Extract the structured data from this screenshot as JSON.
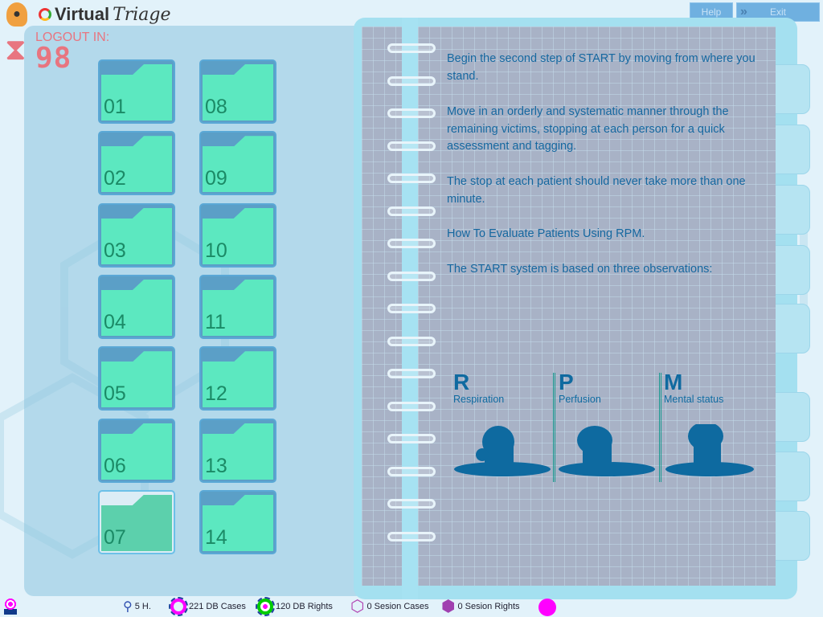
{
  "app": {
    "brand_bold": "Virtual",
    "brand_script": "Triage"
  },
  "logout": {
    "label": "LOGOUT IN:",
    "seconds": "98"
  },
  "topbar": {
    "help": "Help",
    "exit": "Exit",
    "exit_icon": "double-chevron-right"
  },
  "folders": [
    "01",
    "02",
    "03",
    "04",
    "05",
    "06",
    "07",
    "08",
    "09",
    "10",
    "11",
    "12",
    "13",
    "14"
  ],
  "selected_folder": "07",
  "notebook": {
    "paragraphs": [
      "Begin the second step of START by moving from where you stand.",
      "Move in an orderly and systematic manner through the remaining victims, stopping at each person for a quick assessment and tagging.",
      "The stop at each patient should never take more than one minute.",
      "How To Evaluate Patients Using RPM.",
      "The START system is based on three observations:"
    ],
    "rpm": [
      {
        "letter": "R",
        "word": "Respiration"
      },
      {
        "letter": "P",
        "word": "Perfusion"
      },
      {
        "letter": "M",
        "word": "Mental status"
      }
    ]
  },
  "status": {
    "hours": "5 H.",
    "db_cases": "221 DB Cases",
    "db_rights": "120 DB Rights",
    "session_cases": "0 Sesion Cases",
    "session_rights": "0 Sesion Rights"
  },
  "colors": {
    "folder": "#5ce8c0",
    "text": "#1668a0",
    "logout": "#e87580",
    "accent": "#ff00dd"
  }
}
